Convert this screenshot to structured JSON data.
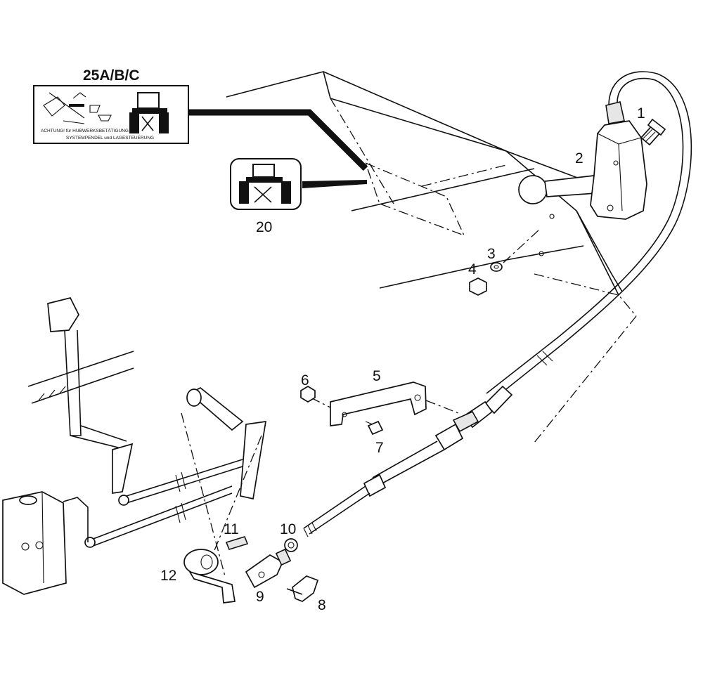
{
  "callouts": {
    "c1": "1",
    "c2": "2",
    "c3": "3",
    "c4": "4",
    "c5": "5",
    "c6": "6",
    "c7": "7",
    "c8": "8",
    "c9": "9",
    "c10": "10",
    "c11": "11",
    "c12": "12",
    "c20": "20",
    "c25": "25A/B/C"
  },
  "decal": {
    "line1": "ACHTUNG! für HUBWERKSBETÄTIGUNG",
    "line2": "SYSTEMPENDEL und LAGESTEUERUNG"
  },
  "colors": {
    "ink": "#111111",
    "paper": "#ffffff"
  }
}
